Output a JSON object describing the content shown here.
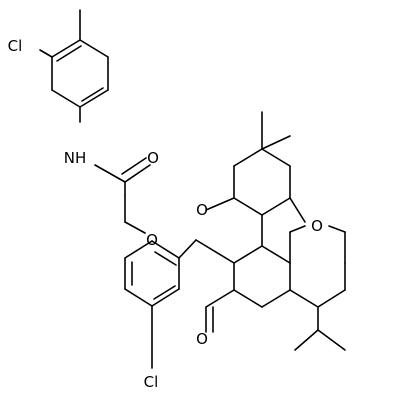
{
  "atom_labels": {
    "cl_top": "Cl",
    "nh": "NH",
    "o_carbonyl_amide": "O",
    "o_ether": "O",
    "o_ring": "O",
    "o_ketone_upper": "O",
    "o_ketone_lower": "O",
    "cl_bottom": "Cl"
  }
}
